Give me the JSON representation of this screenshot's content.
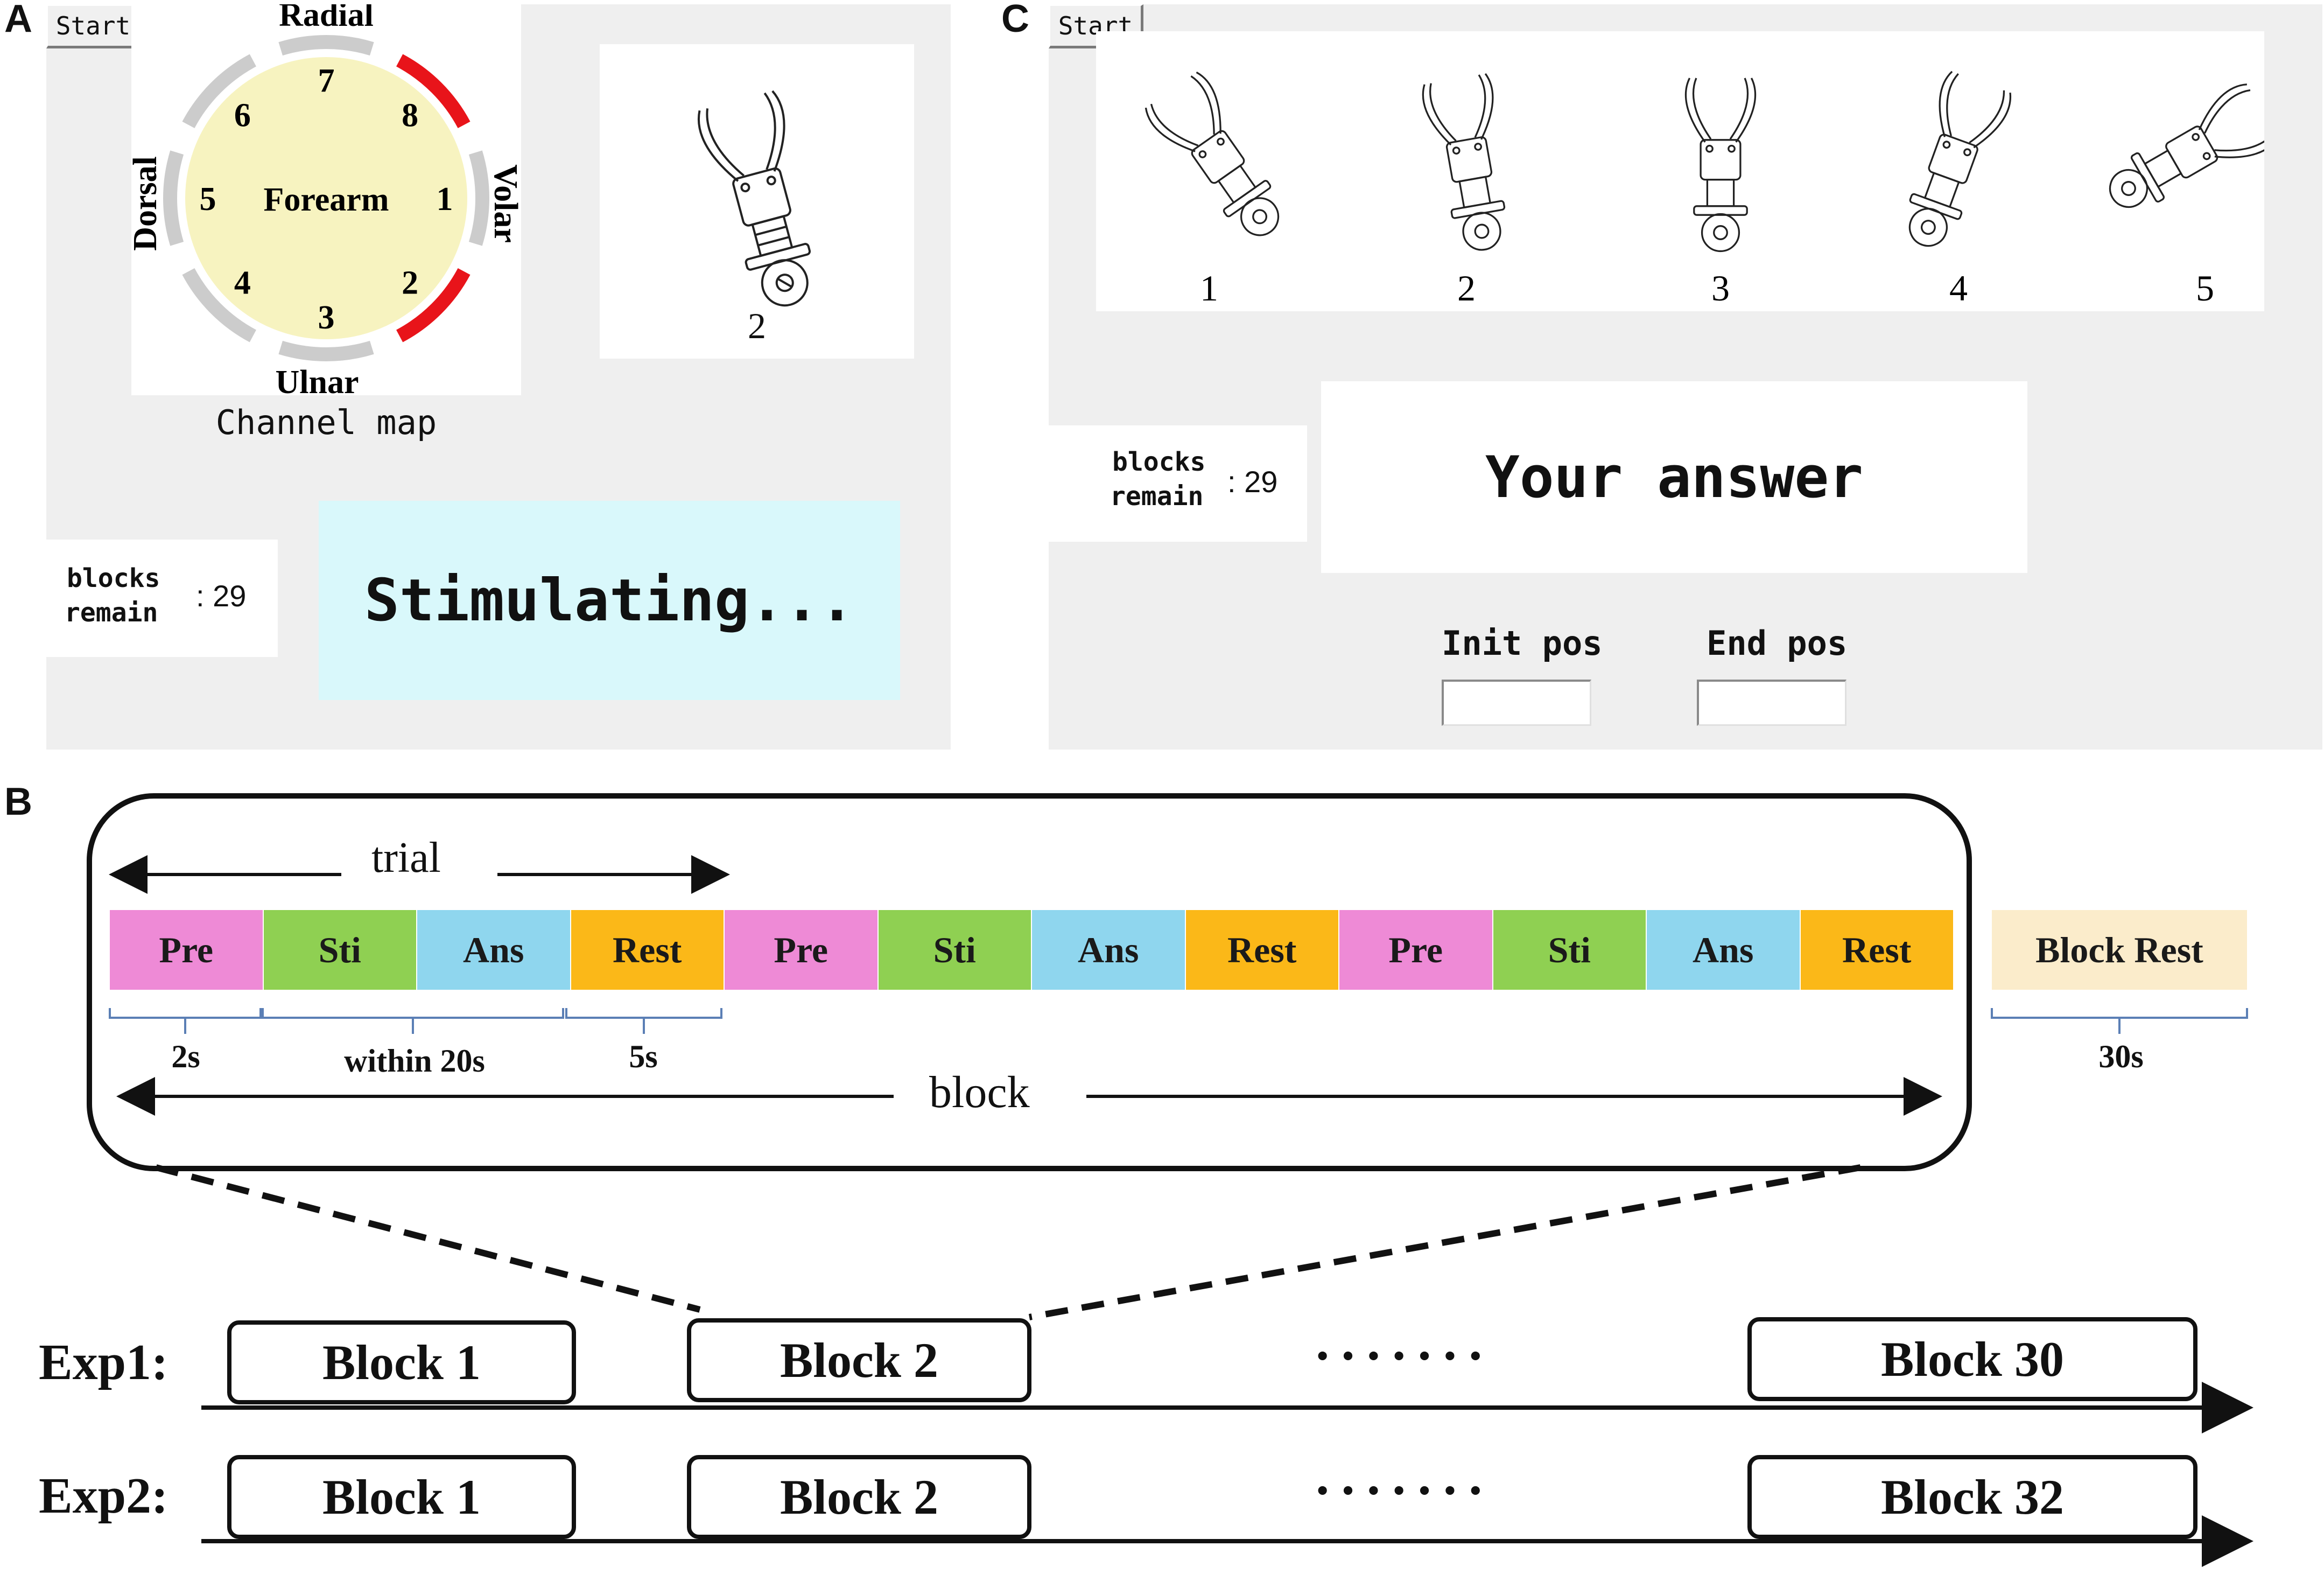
{
  "panel_a": {
    "letter": "A",
    "start_label": "Start",
    "directions": {
      "top": "Radial",
      "bottom": "Ulnar",
      "left": "Dorsal",
      "right": "Volar"
    },
    "center_label": "Forearm",
    "channels": [
      "1",
      "2",
      "3",
      "4",
      "5",
      "6",
      "7",
      "8"
    ],
    "active_channels": [
      "2",
      "8"
    ],
    "channel_map_caption": "Channel map",
    "gesture_number": "2",
    "blocks_remain": {
      "line1": "blocks",
      "line2": "remain",
      "value": ": 29"
    },
    "status": "Stimulating..."
  },
  "panel_c": {
    "letter": "C",
    "start_label": "Start",
    "gesture_numbers": [
      "1",
      "2",
      "3",
      "4",
      "5"
    ],
    "blocks_remain": {
      "line1": "blocks",
      "line2": "remain",
      "value": ": 29"
    },
    "answer_label": "Your answer",
    "init_pos_label": "Init pos",
    "end_pos_label": "End pos",
    "init_pos_value": "",
    "end_pos_value": ""
  },
  "panel_b": {
    "letter": "B",
    "trial_label": "trial",
    "block_label": "block",
    "phases": [
      {
        "label": "Pre",
        "color": "#ee8ad6"
      },
      {
        "label": "Sti",
        "color": "#8fd052"
      },
      {
        "label": "Ans",
        "color": "#8fd6ee"
      },
      {
        "label": "Rest",
        "color": "#fbb818"
      },
      {
        "label": "Pre",
        "color": "#ee8ad6"
      },
      {
        "label": "Sti",
        "color": "#8fd052"
      },
      {
        "label": "Ans",
        "color": "#8fd6ee"
      },
      {
        "label": "Rest",
        "color": "#fbb818"
      },
      {
        "label": "Pre",
        "color": "#ee8ad6"
      },
      {
        "label": "Sti",
        "color": "#8fd052"
      },
      {
        "label": "Ans",
        "color": "#8fd6ee"
      },
      {
        "label": "Rest",
        "color": "#fbb818"
      }
    ],
    "block_rest": {
      "label": "Block Rest",
      "color": "#fbeccb"
    },
    "durations": {
      "pre": "2s",
      "sti_ans": "within 20s",
      "rest": "5s",
      "block_rest": "30s"
    },
    "exp1": {
      "label": "Exp1:",
      "blocks": [
        "Block 1",
        "Block 2",
        "Block 30"
      ]
    },
    "exp2": {
      "label": "Exp2:",
      "blocks": [
        "Block 1",
        "Block 2",
        "Block 32"
      ]
    },
    "ellipsis": "·······"
  },
  "colors": {
    "gui_bg": "#efefef",
    "circle_fill": "#f7f3c0",
    "ring_gray": "#cccccc",
    "ring_red": "#e8141a",
    "status_bg": "#d9f8fb",
    "bracket_blue": "#5b7fb5"
  }
}
